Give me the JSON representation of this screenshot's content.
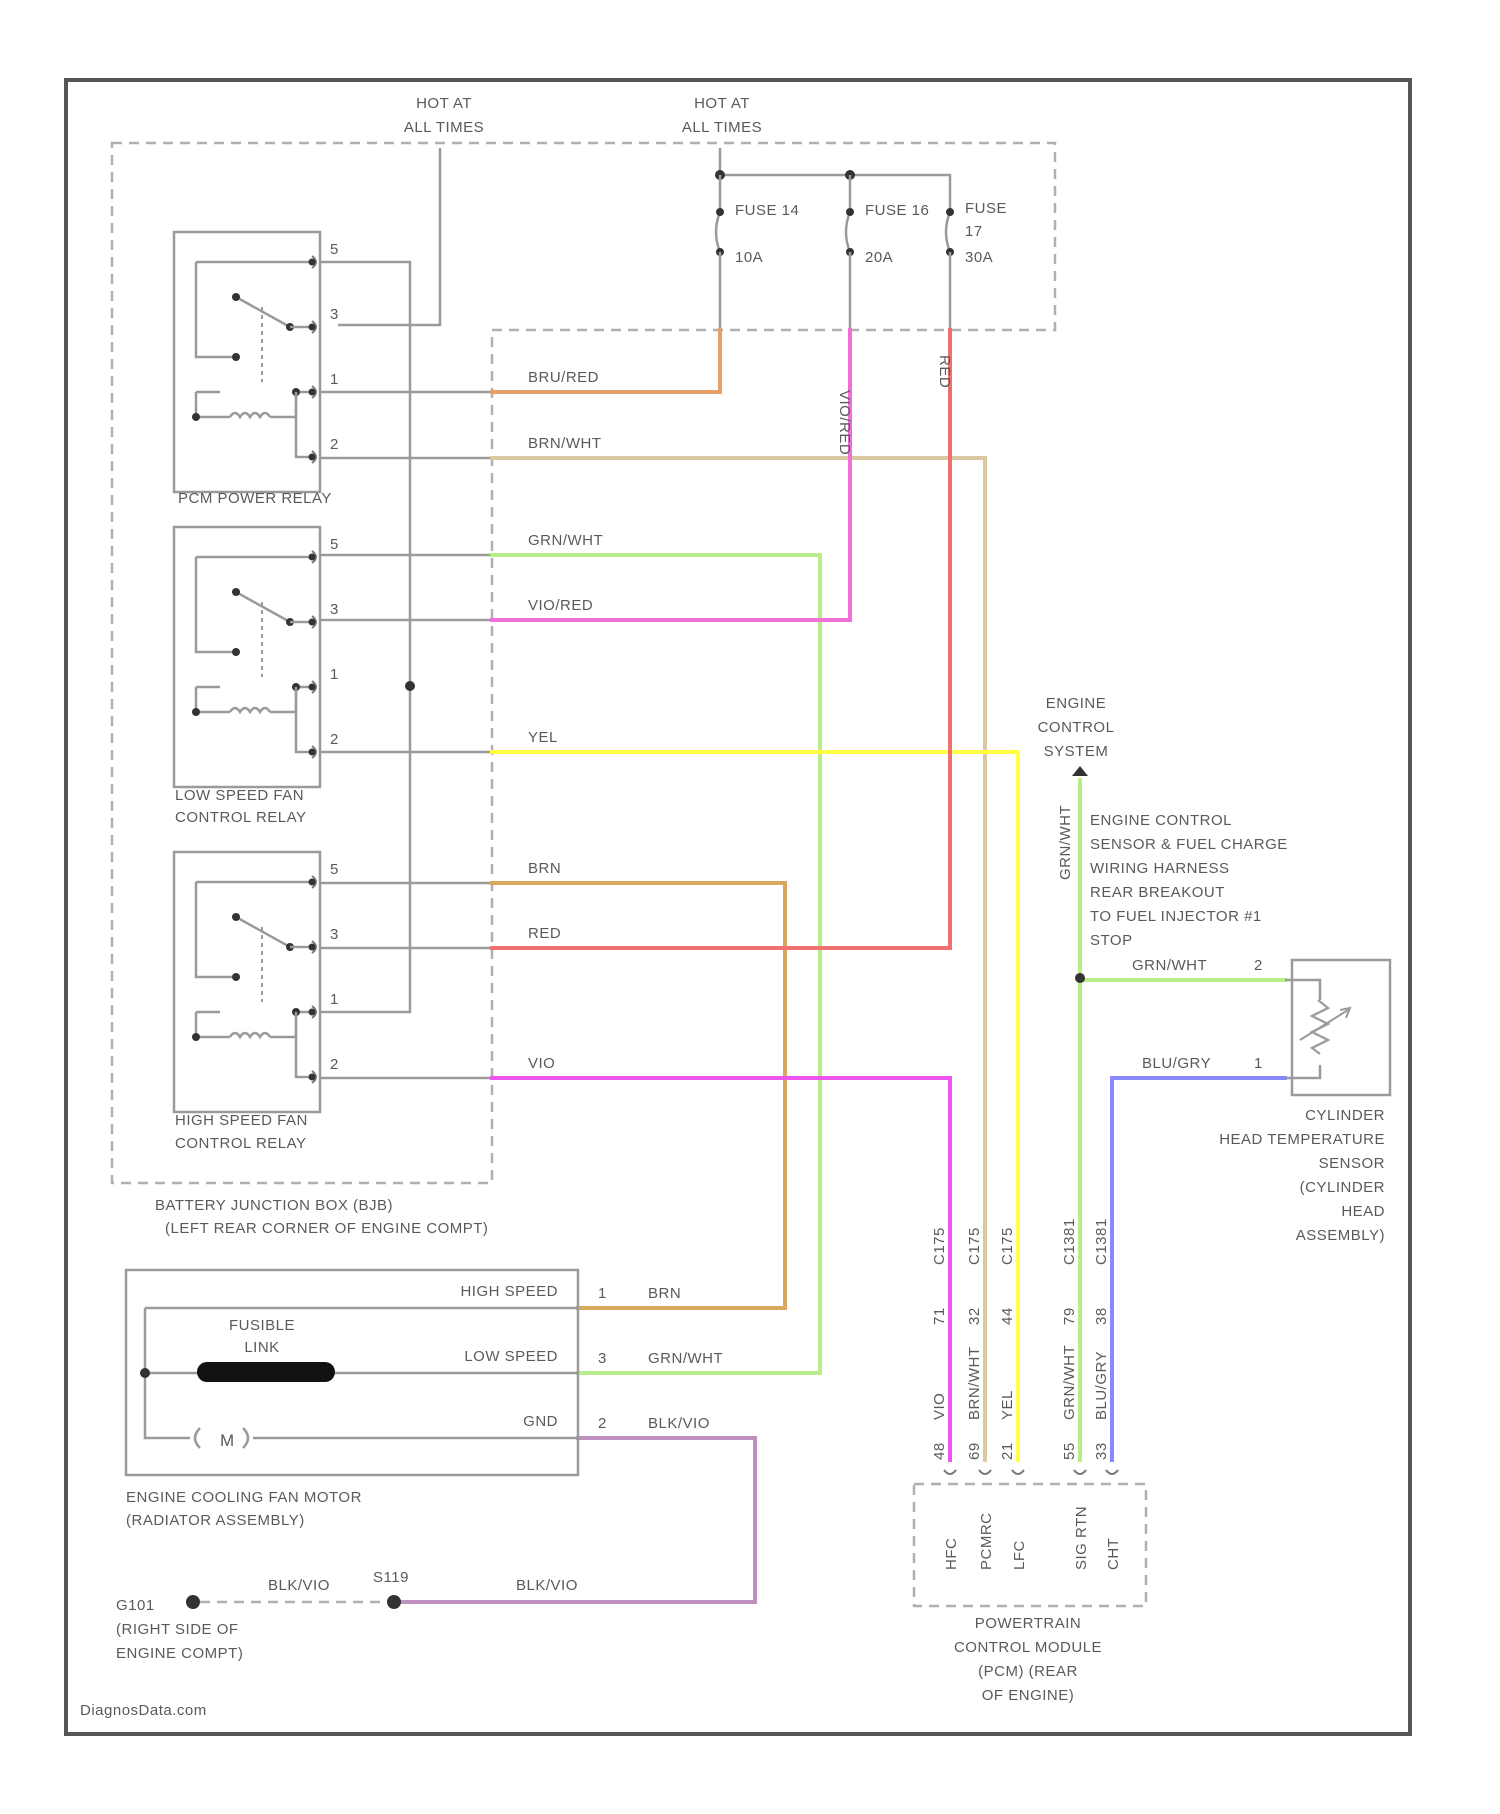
{
  "colors": {
    "bru_red": "#e8a06a",
    "brn_wht": "#dcc8a0",
    "grn_wht": "#b8ee88",
    "vio_red": "#f070d8",
    "yel": "#ffff44",
    "brn": "#d8a860",
    "red": "#f07070",
    "vio": "#ee55ee",
    "blu_gry": "#8888ff",
    "blk_vio": "#c090c0"
  },
  "header": {
    "hot1a": "HOT AT",
    "hot1b": "ALL TIMES",
    "hot2a": "HOT AT",
    "hot2b": "ALL TIMES"
  },
  "fuses": {
    "f14": "FUSE 14",
    "f14a": "10A",
    "f16": "FUSE 16",
    "f16a": "20A",
    "f17a": "FUSE",
    "f17b": "17",
    "f17c": "30A"
  },
  "relays": {
    "pcm": "PCM POWER RELAY",
    "low1": "LOW SPEED FAN",
    "low2": "CONTROL RELAY",
    "high1": "HIGH SPEED FAN",
    "high2": "CONTROL RELAY",
    "pins": {
      "p5": "5",
      "p3": "3",
      "p1": "1",
      "p2": "2"
    }
  },
  "bjb": {
    "line1": "BATTERY JUNCTION BOX (BJB)",
    "line2": "(LEFT REAR CORNER OF ENGINE COMPT)"
  },
  "wires": {
    "bru_red": "BRU/RED",
    "brn_wht": "BRN/WHT",
    "grn_wht": "GRN/WHT",
    "vio_red": "VIO/RED",
    "yel": "YEL",
    "brn": "BRN",
    "red": "RED",
    "vio": "VIO",
    "blu_gry": "BLU/GRY",
    "blk_vio": "BLK/VIO",
    "vio_red_v": "VIO/RED",
    "red_v": "RED",
    "grn_wht_v": "GRN/WHT"
  },
  "engine_control": {
    "title1": "ENGINE",
    "title2": "CONTROL",
    "title3": "SYSTEM",
    "n1": "ENGINE CONTROL",
    "n2": "SENSOR & FUEL CHARGE",
    "n3": "WIRING HARNESS",
    "n4": "REAR BREAKOUT",
    "n5": "TO FUEL INJECTOR #1",
    "n6": "STOP"
  },
  "cht": {
    "l1": "CYLINDER",
    "l2": "HEAD TEMPERATURE",
    "l3": "SENSOR",
    "l4": "(CYLINDER",
    "l5": "HEAD",
    "l6": "ASSEMBLY)",
    "pin2": "2",
    "pin1": "1"
  },
  "fan": {
    "fuse1": "FUSIBLE",
    "fuse2": "LINK",
    "high": "HIGH SPEED",
    "low": "LOW SPEED",
    "gnd": "GND",
    "motor": "M",
    "p1": "1",
    "p3": "3",
    "p2": "2",
    "cap1": "ENGINE COOLING FAN MOTOR",
    "cap2": "(RADIATOR ASSEMBLY)"
  },
  "ground": {
    "g1a": "G101",
    "g1b": "(RIGHT SIDE OF",
    "g1c": "ENGINE COMPT)",
    "s": "S119"
  },
  "pcm": {
    "conn": [
      "C175",
      "C175",
      "C175",
      "",
      "C1381",
      "C1381"
    ],
    "pin_top": [
      "71",
      "32",
      "44",
      "",
      "79",
      "38"
    ],
    "pin_wire": [
      "VIO",
      "BRN/WHT",
      "YEL",
      "",
      "GRN/WHT",
      "BLU/GRY"
    ],
    "pin_bot": [
      "48",
      "69",
      "21",
      "",
      "55",
      "33"
    ],
    "pin_sig": [
      "HFC",
      "PCMRC",
      "LFC",
      "",
      "SIG RTN",
      "CHT"
    ],
    "cap1": "POWERTRAIN",
    "cap2": "CONTROL MODULE",
    "cap3": "(PCM) (REAR",
    "cap4": "OF ENGINE)"
  },
  "footer": {
    "brand": "DiagnosData.com"
  }
}
